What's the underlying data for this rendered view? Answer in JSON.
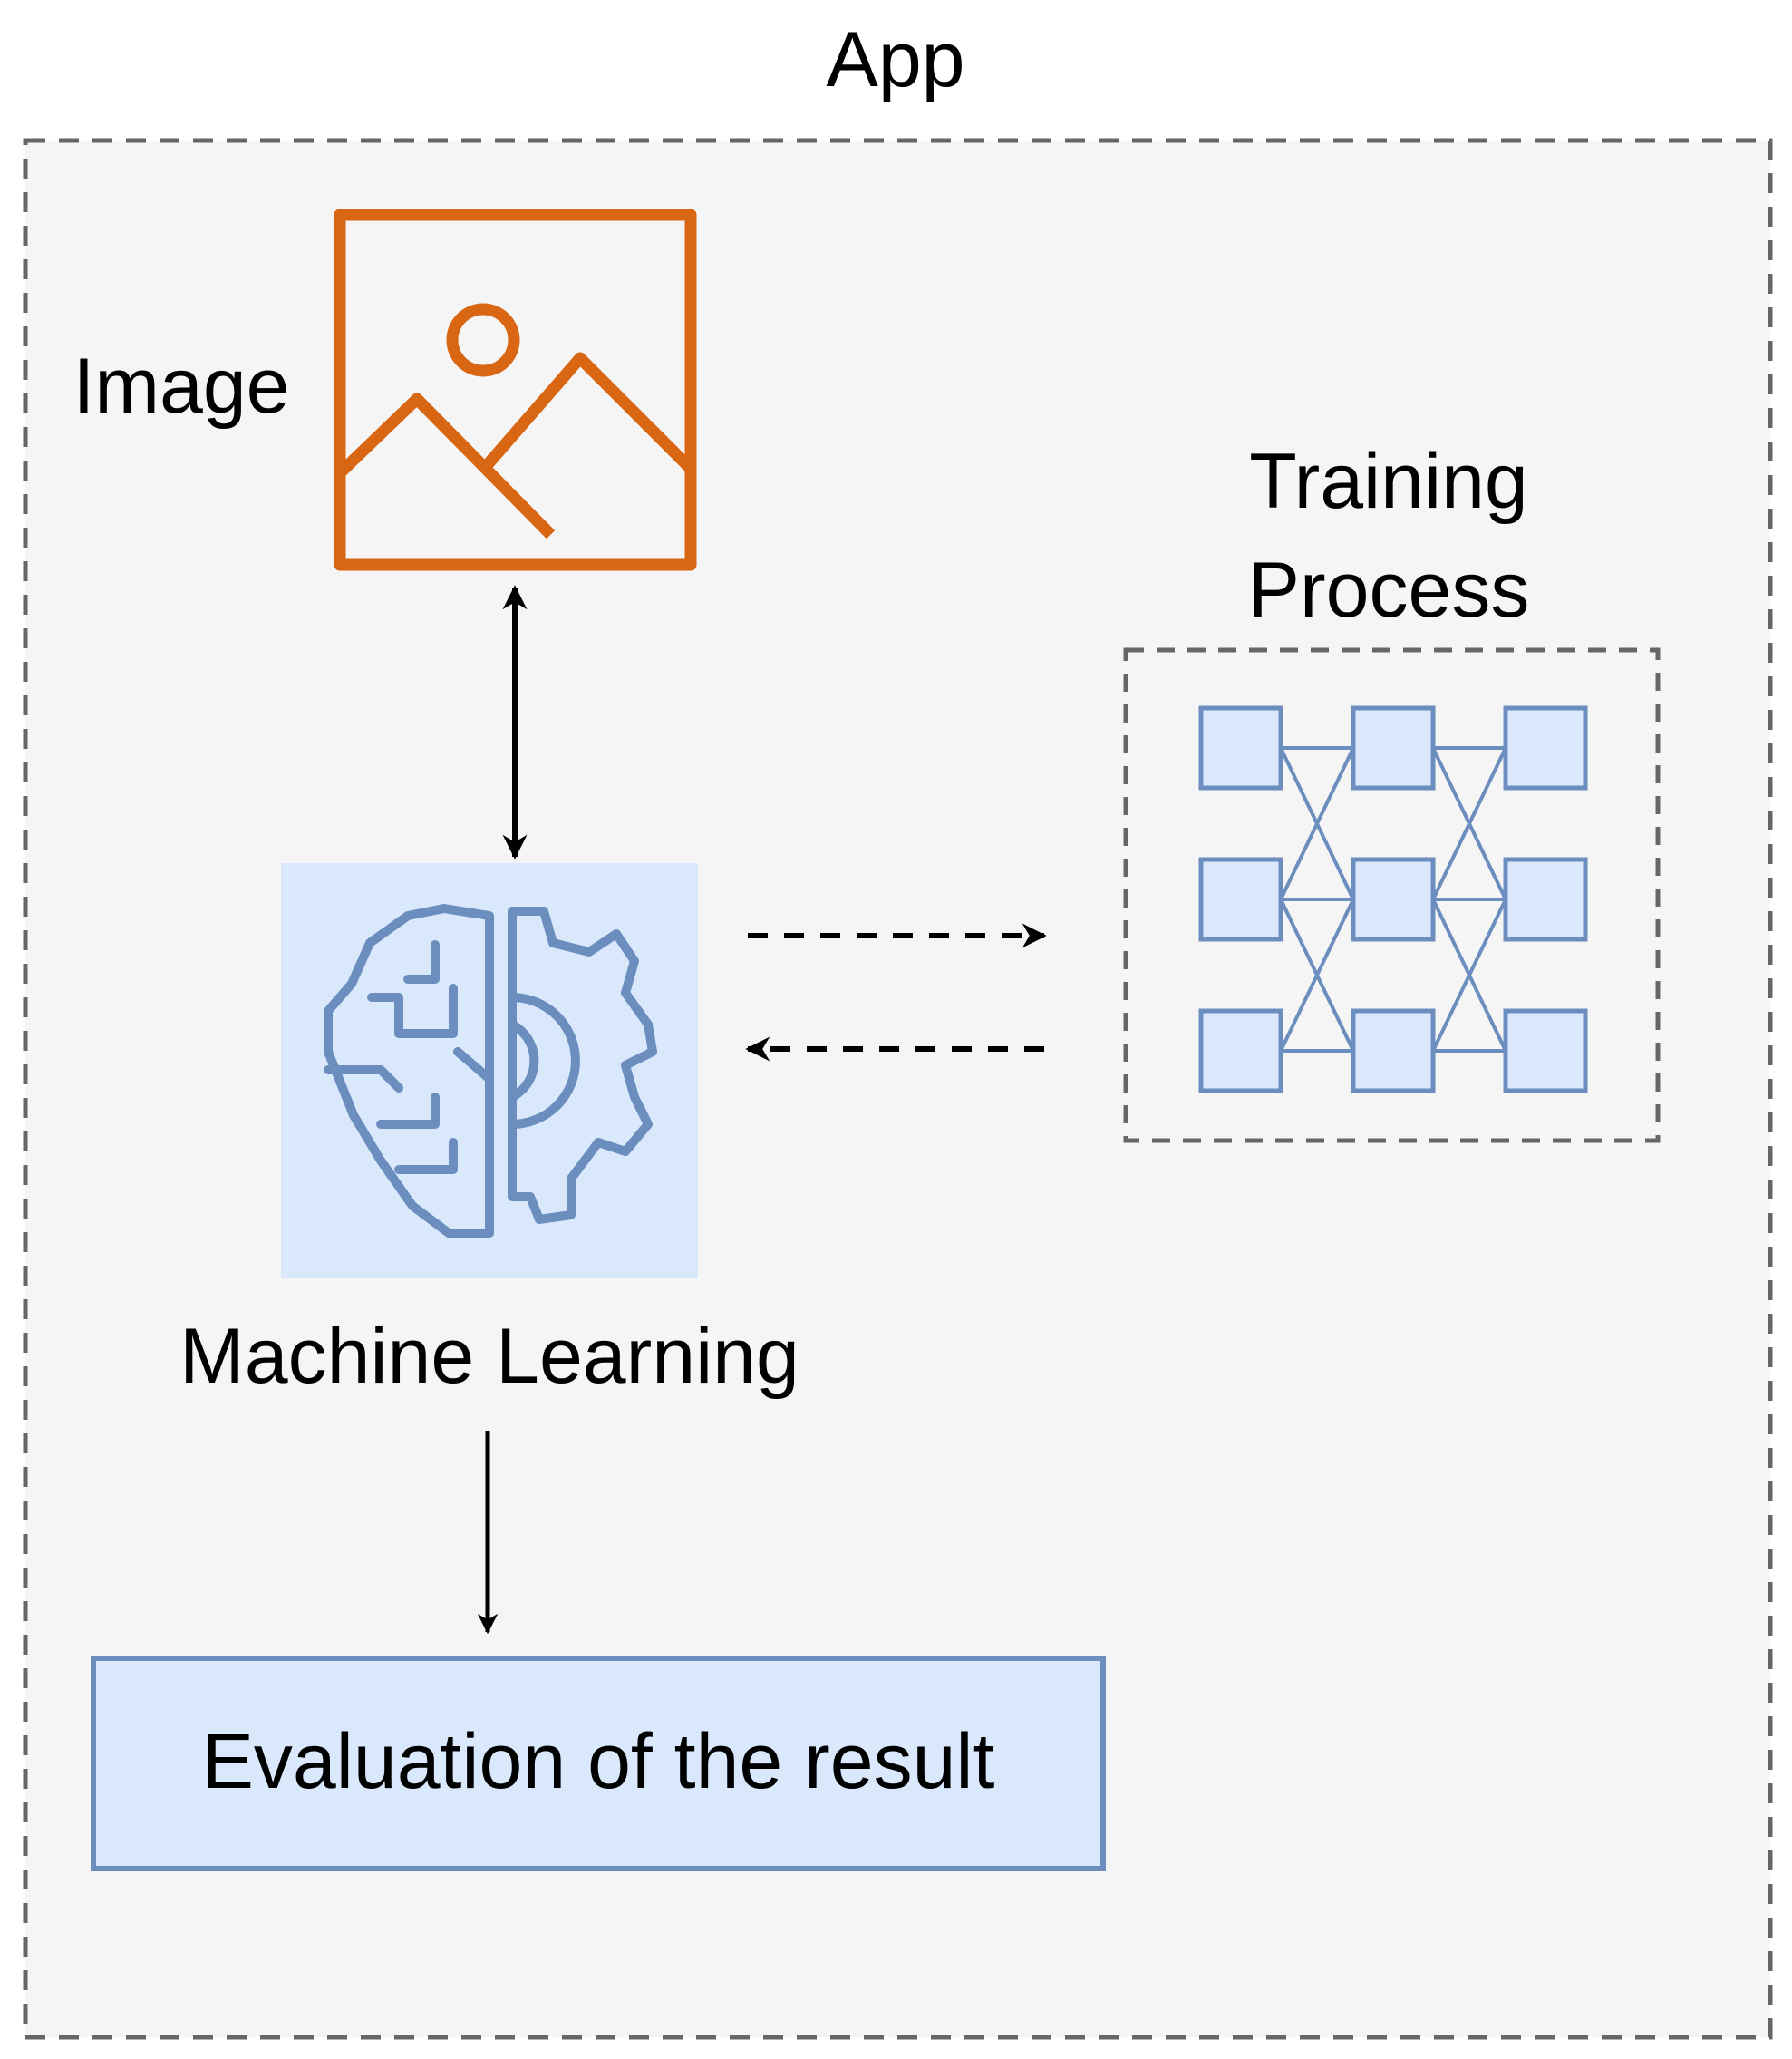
{
  "title": "App",
  "nodes": {
    "image": {
      "label": "Image",
      "icon": "image-icon",
      "color": "#D86613"
    },
    "ml": {
      "label": "Machine Learning",
      "icon": "brain-gear-icon",
      "color": "#6C8EBF",
      "fill": "#DAE8FC"
    },
    "training": {
      "label_line1": "Training",
      "label_line2": "Process",
      "icon": "neural-network-icon",
      "color": "#6C8EBF",
      "fill": "#DAE8FC"
    },
    "evaluation": {
      "label": "Evaluation of the result",
      "fill": "#DAE8FC",
      "stroke": "#6C8EBF"
    }
  },
  "container": {
    "fill": "#F5F5F5",
    "stroke": "#666666"
  }
}
